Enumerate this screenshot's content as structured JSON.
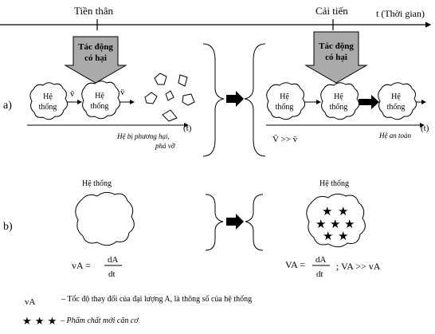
{
  "timeline": {
    "predecessor_label": "Tiền thân",
    "improvement_label": "Cải tiến",
    "time_axis_label": "t (Thời gian)"
  },
  "row_a": {
    "label": "a)",
    "weak_impact_label": [
      "Tác động",
      "có hại"
    ],
    "strong_impact_label": [
      "Tác động",
      "có hại"
    ],
    "system_label": [
      "Hệ",
      "thống"
    ],
    "velocity_symbol": "v̄",
    "time_symbol": "(t)",
    "destroyed_caption": [
      "Hệ bị phương hại,",
      "phá vỡ"
    ],
    "velocity_compare": "V̄ >> v̄",
    "safe_caption": "Hệ an toàn"
  },
  "row_b": {
    "label": "b)",
    "left_title": "Hệ thống",
    "right_title": "Hệ thống",
    "left_formula_lhs": "vA =",
    "right_formula_lhs": "VA =",
    "fraction_num": "dA",
    "fraction_den": "dt",
    "right_formula_tail": "; VA >> vA"
  },
  "legend": {
    "symbol_vA": "vA",
    "vA_text": "– Tốc độ thay đổi của đại lượng A, là thông số của hệ thống",
    "stars_symbol": "★ ★ ★",
    "stars_text": "– Phẩm chất mới căn cơ"
  }
}
